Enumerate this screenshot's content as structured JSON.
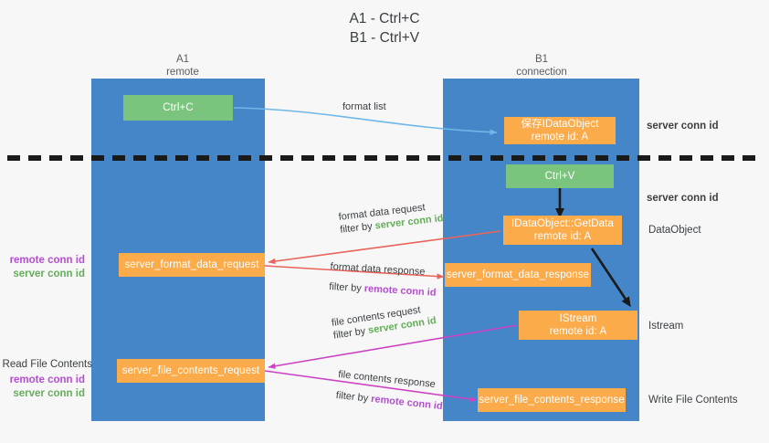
{
  "title": {
    "line1": "A1 - Ctrl+C",
    "line2": "B1 - Ctrl+V"
  },
  "lanes": [
    {
      "id": "a1",
      "name": "A1",
      "role": "remote",
      "color": "#4586c8"
    },
    {
      "id": "b1",
      "name": "B1",
      "role": "connection",
      "color": "#4586c8"
    }
  ],
  "colors": {
    "background": "#f7f7f7",
    "lane_blue": "#4586c8",
    "box_green": "#7ac47e",
    "box_orange": "#fbab4a",
    "server_conn_green": "#64ad5a",
    "remote_conn_purple": "#b44fd0",
    "arrow_blue": "#6fb7e8",
    "arrow_red": "#e8645a",
    "arrow_magenta": "#cc44c4",
    "arrow_black": "#1a1a1a",
    "divider_black": "#1a1a1a"
  },
  "boxes": {
    "ctrl_c": "Ctrl+C",
    "ctrl_v": "Ctrl+V",
    "idataobject": {
      "line1": "保存IDataObject",
      "line2": "remote id: A"
    },
    "getdata": {
      "line1": "IDataObject::GetData",
      "line2": "remote id: A"
    },
    "istream": {
      "line1": "IStream",
      "line2": "remote id: A"
    },
    "server_format_data_request": "server_format_data_request",
    "server_format_data_response": "server_format_data_response",
    "server_file_contents_request": "server_file_contents_request",
    "server_file_contents_response": "server_file_contents_response"
  },
  "left_labels": {
    "format_block": {
      "remote": "remote conn id",
      "server": "server conn id"
    },
    "read_file_contents": "Read File Contents",
    "file_block": {
      "remote": "remote conn id",
      "server": "server conn id"
    }
  },
  "right_labels": {
    "server_conn_id_top": "server conn id",
    "server_conn_id_mid": "server conn id",
    "dataobject": "DataObject",
    "istream": "Istream",
    "write_file_contents": "Write File Contents"
  },
  "arrow_captions": {
    "format_list": "format list",
    "format_data_request": {
      "line1": "format data request",
      "line2_prefix": "filter by ",
      "line2_key": "server conn id",
      "key_color": "server"
    },
    "format_data_response": {
      "line1": "format data response",
      "line2_prefix": "filter by ",
      "line2_key": "remote conn id",
      "key_color": "remote"
    },
    "file_contents_request": {
      "line1": "file contents request",
      "line2_prefix": "filter by ",
      "line2_key": "server conn id",
      "key_color": "server"
    },
    "file_contents_response": {
      "line1": "file contents response",
      "line2_prefix": "filter by ",
      "line2_key": "remote conn id",
      "key_color": "remote"
    }
  }
}
